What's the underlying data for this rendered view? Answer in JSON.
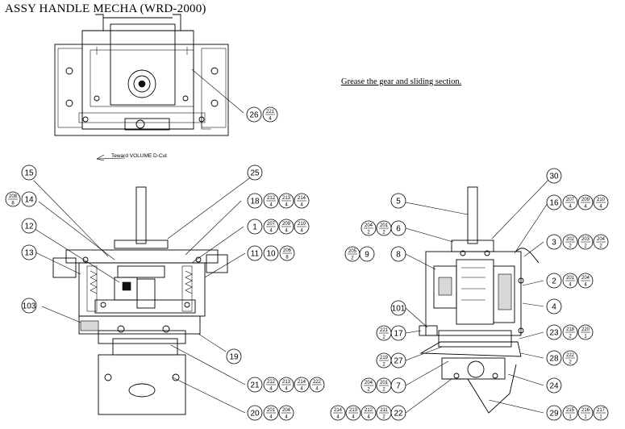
{
  "title": "ASSY HANDLE MECHA (WRD-2000)",
  "note": "Grease the gear and sliding section.",
  "direction_label": "Teward VOLUME D-Cut",
  "callouts": [
    {
      "id": "c26",
      "num": "26",
      "parts": [
        [
          "221",
          "4"
        ]
      ]
    },
    {
      "id": "c15",
      "num": "15",
      "parts": []
    },
    {
      "id": "c25",
      "num": "25",
      "parts": []
    },
    {
      "id": "c14",
      "num": "14",
      "parts": []
    },
    {
      "id": "c208",
      "num": "",
      "parts": [
        [
          "208",
          "8"
        ]
      ]
    },
    {
      "id": "c12",
      "num": "12",
      "parts": []
    },
    {
      "id": "c13",
      "num": "13",
      "parts": []
    },
    {
      "id": "c103",
      "num": "103",
      "parts": []
    },
    {
      "id": "c18",
      "num": "18",
      "parts": [
        [
          "212",
          "4"
        ],
        [
          "213",
          "4"
        ],
        [
          "214",
          "4"
        ]
      ]
    },
    {
      "id": "c1",
      "num": "1",
      "parts": [
        [
          "207",
          "4"
        ],
        [
          "209",
          "4"
        ],
        [
          "210",
          "4"
        ]
      ]
    },
    {
      "id": "c11",
      "num": "11",
      "parts": []
    },
    {
      "id": "c10",
      "num": "10",
      "parts": [
        [
          "206",
          "8"
        ]
      ]
    },
    {
      "id": "c19",
      "num": "19",
      "parts": []
    },
    {
      "id": "c21",
      "num": "21",
      "parts": [
        [
          "212",
          "4"
        ],
        [
          "213",
          "4"
        ],
        [
          "214",
          "4"
        ],
        [
          "222",
          "4"
        ]
      ]
    },
    {
      "id": "c20",
      "num": "20",
      "parts": [
        [
          "201",
          "4"
        ],
        [
          "204",
          "4"
        ]
      ]
    },
    {
      "id": "c5",
      "num": "5",
      "parts": []
    },
    {
      "id": "c30",
      "num": "30",
      "parts": []
    },
    {
      "id": "c16",
      "num": "16",
      "parts": [
        [
          "207",
          "4"
        ],
        [
          "209",
          "4"
        ],
        [
          "210",
          "4"
        ]
      ]
    },
    {
      "id": "c6",
      "num": "6",
      "parts": [
        [
          "204",
          "2"
        ],
        [
          "201",
          "2"
        ]
      ]
    },
    {
      "id": "c9",
      "num": "9",
      "parts": [
        [
          "205",
          "2"
        ]
      ]
    },
    {
      "id": "c8",
      "num": "8",
      "parts": []
    },
    {
      "id": "c3",
      "num": "3",
      "parts": [
        [
          "202",
          "2"
        ],
        [
          "203",
          "2"
        ],
        [
          "204",
          "2"
        ]
      ]
    },
    {
      "id": "c2",
      "num": "2",
      "parts": [
        [
          "201",
          "4"
        ],
        [
          "204",
          "4"
        ]
      ]
    },
    {
      "id": "c4",
      "num": "4",
      "parts": []
    },
    {
      "id": "c101",
      "num": "101",
      "parts": []
    },
    {
      "id": "c17",
      "num": "17",
      "parts": [
        [
          "221",
          "2"
        ]
      ]
    },
    {
      "id": "c23",
      "num": "23",
      "parts": [
        [
          "218",
          "2"
        ],
        [
          "220",
          "1"
        ]
      ]
    },
    {
      "id": "c27",
      "num": "27",
      "parts": [
        [
          "219",
          "2"
        ]
      ]
    },
    {
      "id": "c28",
      "num": "28",
      "parts": [
        [
          "222",
          "2"
        ]
      ]
    },
    {
      "id": "c7",
      "num": "7",
      "parts": [
        [
          "204",
          "2"
        ],
        [
          "201",
          "2"
        ]
      ]
    },
    {
      "id": "c24",
      "num": "24",
      "parts": []
    },
    {
      "id": "c22",
      "num": "22",
      "parts": [
        [
          "214",
          "4"
        ],
        [
          "213",
          "4"
        ],
        [
          "212",
          "4"
        ],
        [
          "211",
          "2"
        ]
      ]
    },
    {
      "id": "c29",
      "num": "29",
      "parts": [
        [
          "215",
          "1"
        ],
        [
          "216",
          "1"
        ],
        [
          "217",
          "1"
        ]
      ]
    }
  ]
}
